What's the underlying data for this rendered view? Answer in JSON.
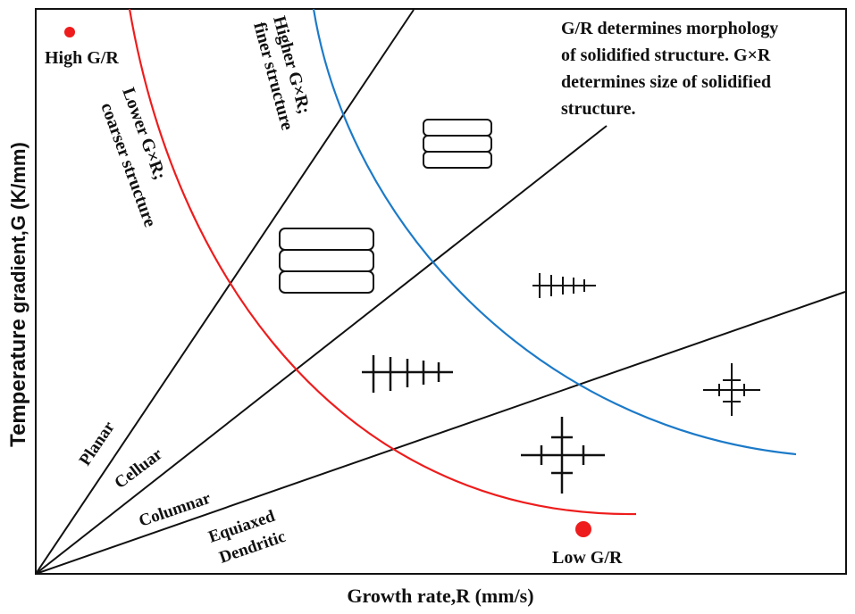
{
  "axes": {
    "xlabel": "Growth rate,R (mm/s)",
    "ylabel_part1": "Temperature",
    "ylabel_part2": " gradient,G (K/mm)"
  },
  "regions": {
    "planar": "Planar",
    "cellular": "Celluar",
    "columnar": "Columnar",
    "equiaxed_line1": "Equiaxed",
    "equiaxed_line2": "Dendritic"
  },
  "markers": {
    "high": "High G/R",
    "low": "Low G/R"
  },
  "curve_labels": {
    "higher_line1": "Higher G×R;",
    "higher_line2": "finer structure",
    "lower_line1": "Lower G×R;",
    "lower_line2": "coarser structure"
  },
  "note": {
    "line1": "G/R determines morphology",
    "line2": "of solidified structure. G×R",
    "line3": "determines size of solidified",
    "line4": "structure."
  },
  "colors": {
    "red_curve": "#ee1c1c",
    "blue_curve": "#1c7ac8",
    "marker": "#ee1c1c",
    "lines": "#111111"
  }
}
